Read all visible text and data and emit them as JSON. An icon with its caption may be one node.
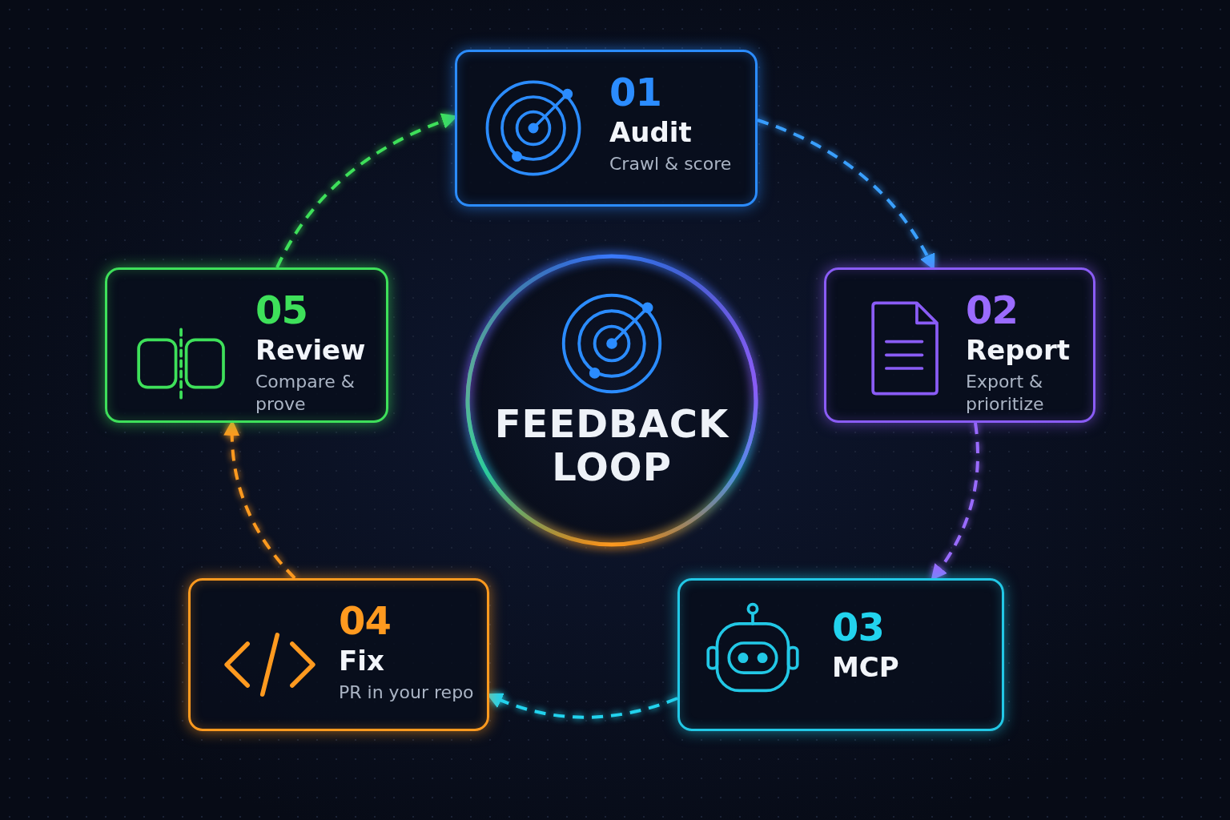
{
  "diagram": {
    "nodes": [
      {
        "text": [
          "FEEDBACK LOOP"
        ]
      },
      {
        "text": [
          "01",
          "Audit",
          "Crawl & score"
        ]
      },
      {
        "text": [
          "02",
          "Report",
          "Export & prioritize"
        ]
      },
      {
        "text": [
          "03",
          "MCP"
        ]
      },
      {
        "text": [
          "04",
          "Fix",
          "PR in your repo"
        ]
      },
      {
        "text": [
          "05",
          "Review",
          "Compare & prove"
        ]
      }
    ],
    "edges": [
      {
        "from": 1,
        "to": 2,
        "arrow": "to",
        "style": "dashed",
        "color": "#3aa0ff"
      },
      {
        "from": 2,
        "to": 3,
        "arrow": "to",
        "style": "dashed",
        "color": "#9a6bff"
      },
      {
        "from": 3,
        "to": 4,
        "arrow": "to",
        "style": "dashed",
        "color": "#22d3ee"
      },
      {
        "from": 4,
        "to": 5,
        "arrow": "to",
        "style": "dashed",
        "color": "#ff9a1f"
      },
      {
        "from": 5,
        "to": 1,
        "arrow": "to",
        "style": "dashed",
        "color": "#3ee05a"
      }
    ]
  }
}
